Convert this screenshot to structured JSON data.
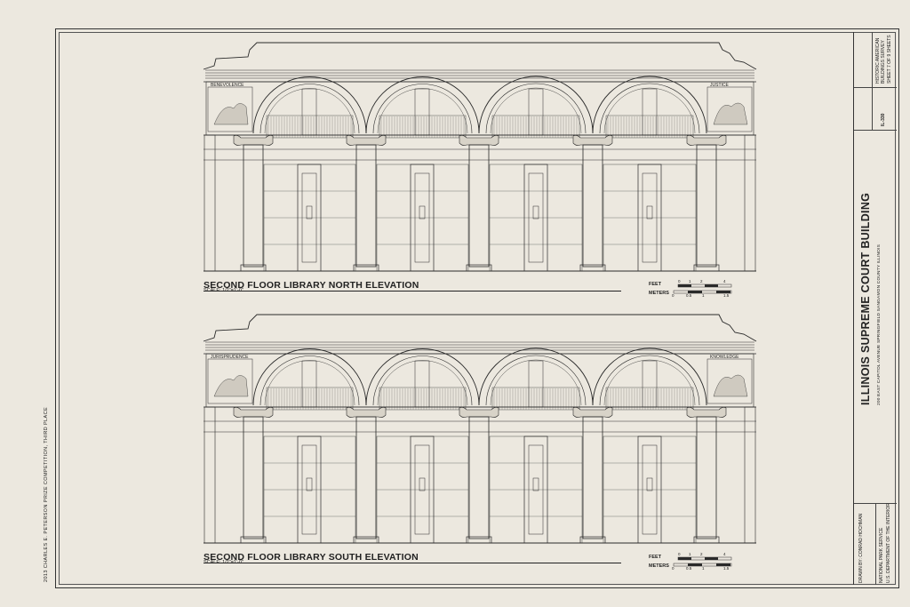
{
  "drawings": [
    {
      "title": "SECOND FLOOR LIBRARY NORTH ELEVATION",
      "scale": "SCALE: 1/2\"=1'-0\"",
      "panel_left": "BENEVOLENCE",
      "panel_right": "JUSTICE"
    },
    {
      "title": "SECOND FLOOR LIBRARY SOUTH ELEVATION",
      "scale": "SCALE: 1/2\"=1'-0\"",
      "panel_left": "JURISPRUDENCE",
      "panel_right": "KNOWLEDGE"
    }
  ],
  "scale_bar": {
    "feet_label": "FEET",
    "meters_label": "METERS",
    "feet_ticks": [
      "0",
      "1",
      "2",
      "4"
    ],
    "meters_ticks": [
      "0",
      "0.5",
      "1",
      "1.5"
    ]
  },
  "margin_note": "2013 CHARLES E. PETERSON PRIZE COMPETITION, THIRD PLACE",
  "title_block": {
    "building": "ILLINOIS SUPREME COURT BUILDING",
    "address": "200 EAST CAPITOL AVENUE    SPRINGFIELD    SANGAMON COUNTY    ILLINOIS",
    "drawn_by": "DRAWN BY: CONRAD HOCHMAN",
    "agency_1": "NATIONAL PARK SERVICE",
    "agency_2": "U.S. DEPARTMENT OF THE INTERIOR",
    "survey_1": "HISTORIC AMERICAN",
    "survey_2": "BUILDINGS SURVEY",
    "sheet": "SHEET 7 OF 9 SHEETS",
    "survey_no": "IL-330"
  },
  "colors": {
    "paper": "#ece8df",
    "ink": "#2a2a2a"
  }
}
